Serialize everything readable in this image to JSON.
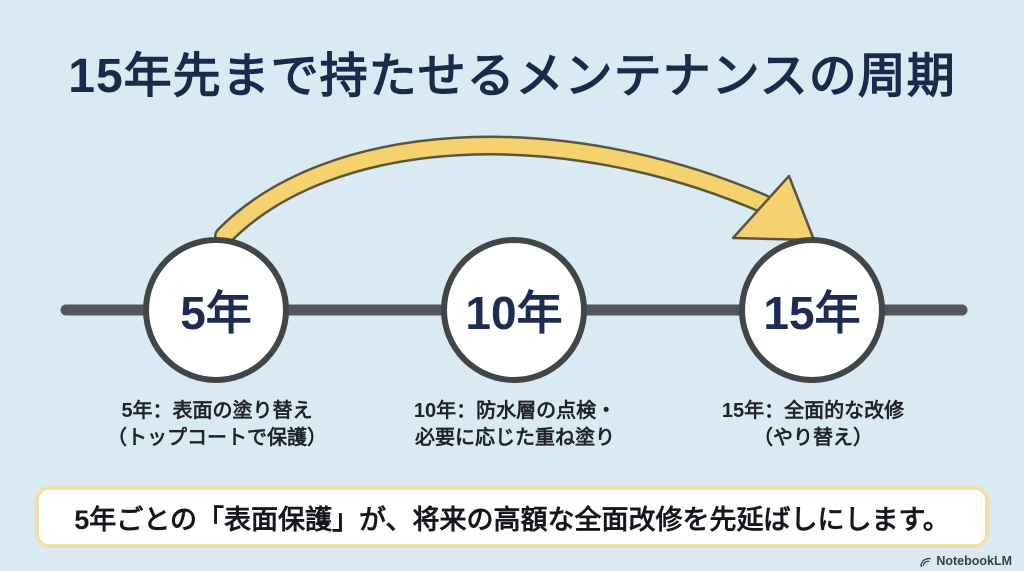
{
  "meta": {
    "background_color": "#d9eaf3",
    "navy_color": "#1b2a4c",
    "timeline_color": "#53575b",
    "circle_border_color": "#434649",
    "arrow_fill_color": "#f5d26e",
    "arrow_outline_color": "#5a553f",
    "callout_border_color": "#efe0a6"
  },
  "title": "15年先まで持たせるメンテナンスの周期",
  "timeline": {
    "nodes": [
      {
        "label": "5年",
        "desc_line1": "5年：表面の塗り替え",
        "desc_line2": "（トップコートで保護）"
      },
      {
        "label": "10年",
        "desc_line1": "10年：防水層の点検・",
        "desc_line2": "必要に応じた重ね塗り"
      },
      {
        "label": "15年",
        "desc_line1": "15年：全面的な改修",
        "desc_line2": "（やり替え）"
      }
    ],
    "arrow": {
      "from": "5年",
      "to": "15年"
    }
  },
  "callout": {
    "text": "5年ごとの「表面保護」が、将来の高額な全面改修を先延ばしにします。"
  },
  "footer": {
    "brand": "NotebookLM"
  }
}
